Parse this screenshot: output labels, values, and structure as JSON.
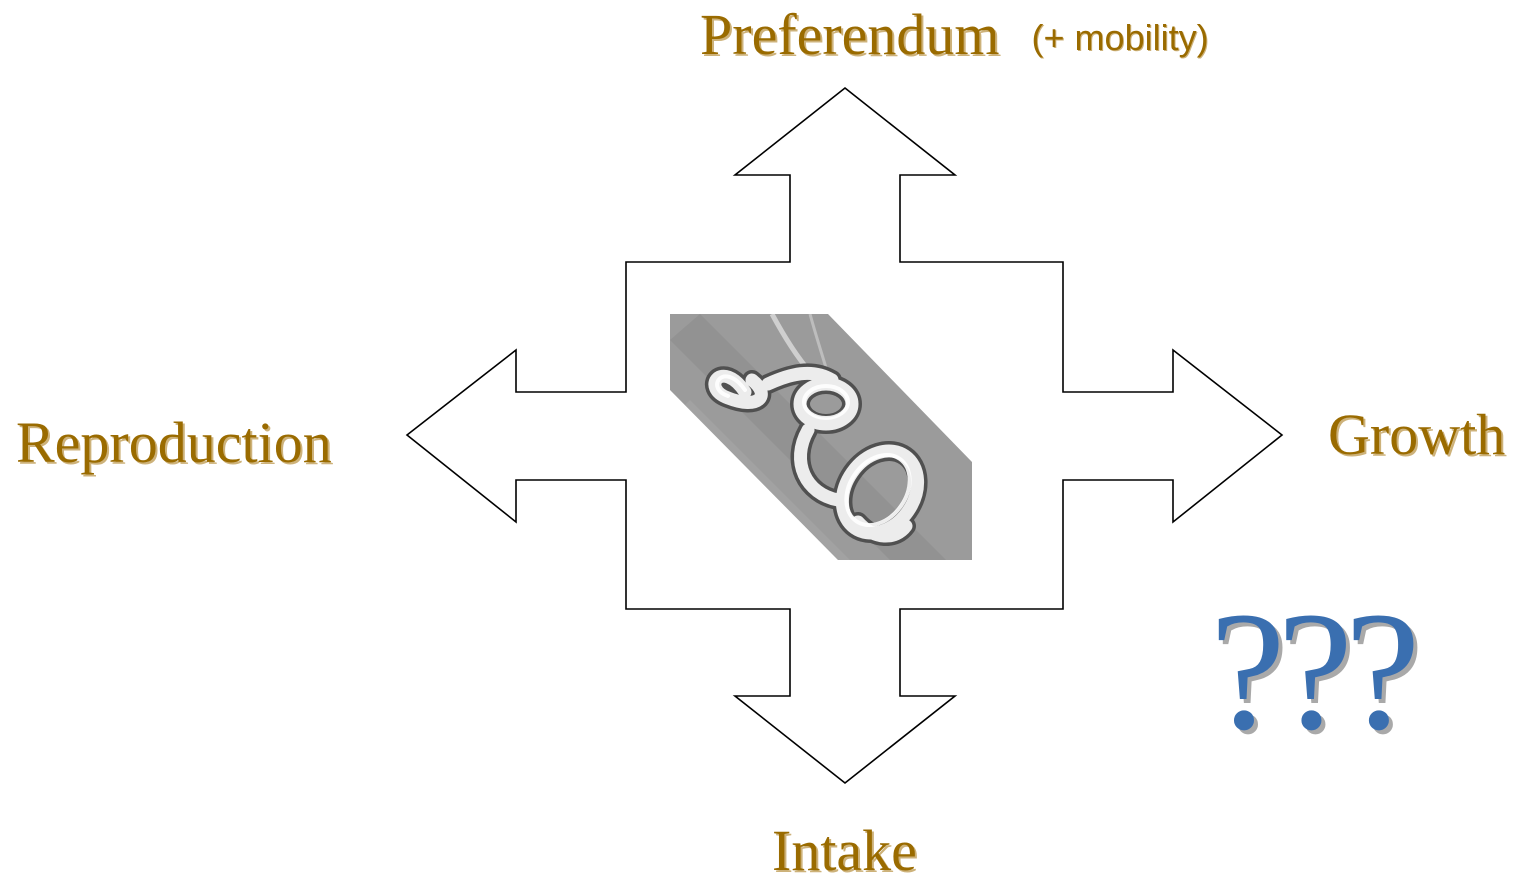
{
  "labels": {
    "top": "Preferendum",
    "top_note": "(+ mobility)",
    "left": "Reproduction",
    "right": "Growth",
    "bottom": "Intake",
    "question": "???"
  },
  "colors": {
    "label_text": "#9a6b00",
    "label_shadow": "#cdb27a",
    "question_text": "#3a6fb0",
    "question_shadow": "#a9a9a9",
    "arrow_stroke": "#000000"
  },
  "image": {
    "subject": "nematode-micrograph"
  }
}
